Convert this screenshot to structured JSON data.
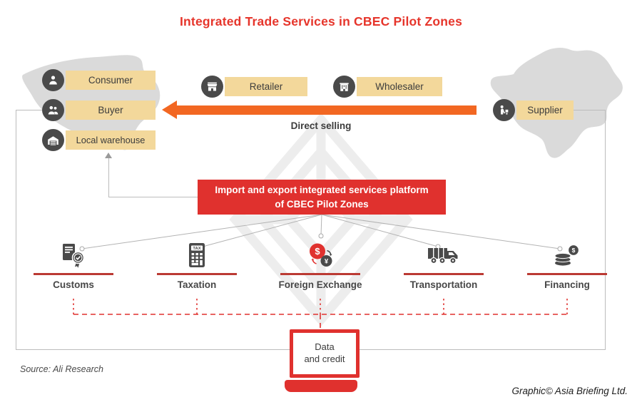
{
  "title": "Integrated Trade Services in CBEC Pilot Zones",
  "colors": {
    "title_red": "#e6352b",
    "platform_red": "#e0312e",
    "arrow_orange": "#f26722",
    "label_tan": "#f3d89b",
    "icon_gray": "#4a4a4a",
    "line_gray": "#bcbcbc"
  },
  "actors": {
    "consumer": {
      "label": "Consumer",
      "icon": "consumer-icon"
    },
    "buyer": {
      "label": "Buyer",
      "icon": "buyer-icon"
    },
    "local_warehouse": {
      "label": "Local warehouse",
      "icon": "warehouse-icon"
    },
    "retailer": {
      "label": "Retailer",
      "icon": "retailer-icon"
    },
    "wholesaler": {
      "label": "Wholesaler",
      "icon": "wholesaler-icon"
    },
    "supplier": {
      "label": "Supplier",
      "icon": "supplier-icon"
    }
  },
  "flow": {
    "direct_selling_label": "Direct selling"
  },
  "platform": {
    "line1": "Import and export integrated services platform",
    "line2": "of CBEC Pilot Zones"
  },
  "services": [
    {
      "label": "Customs",
      "icon": "customs-icon"
    },
    {
      "label": "Taxation",
      "icon": "taxation-icon",
      "icon_text": "TAX"
    },
    {
      "label": "Foreign Exchange",
      "icon": "foreign-exchange-icon",
      "symbols": {
        "dollar": "$",
        "yuan": "¥"
      }
    },
    {
      "label": "Transportation",
      "icon": "transportation-icon"
    },
    {
      "label": "Financing",
      "icon": "financing-icon",
      "symbol": "$"
    }
  ],
  "data_credit_box": {
    "line1": "Data",
    "line2": "and credit"
  },
  "footer": {
    "source": "Source: Ali Research",
    "credit": "Graphic© Asia Briefing Ltd."
  }
}
